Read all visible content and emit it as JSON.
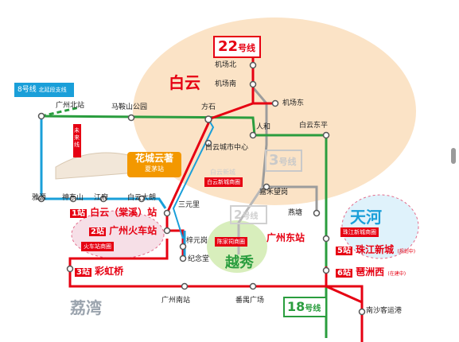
{
  "colors": {
    "line22": "#e60012",
    "line8": "#1a9fd9",
    "line3": "#9c9c9c",
    "line18": "#e60012",
    "green": "#2a9d3e",
    "orange": "#f39800",
    "baiyun_area": "#fbe3c6",
    "tianhe_area": "#dff2fb",
    "yuexiu_area": "#d8eebc",
    "liwan_area": "#eaeaea"
  },
  "areas": {
    "baiyun": "白云",
    "tianhe": "天河",
    "yuexiu": "越秀",
    "liwan": "荔湾"
  },
  "lines": {
    "l22": {
      "num": "22",
      "unit": "号线"
    },
    "l8": {
      "num": "8号线",
      "sub": "北延段支线"
    },
    "l3": {
      "num": "3",
      "unit": "号线"
    },
    "l2": {
      "num": "2",
      "unit": "号线"
    },
    "l18": {
      "num": "18",
      "unit": "号线"
    }
  },
  "stations": {
    "jichang_bei": "机场北",
    "jichang_nan": "机场南",
    "jichang_dong": "机场东",
    "guangzhou_bei": "广州北站",
    "maanshan": "马鞍山公园",
    "fangshi": "方石",
    "renhe": "人和",
    "baiyun_dongping": "白云东平",
    "baiyun_city": "白云城市中心",
    "jiahe_wanggang": "嘉禾望岗",
    "yayuan": "雅源",
    "shendongshan": "神东山",
    "jiangfu": "江府",
    "baiyun_dalang": "白云大朗",
    "sanyuanli": "三元里",
    "yantang": "燕塘",
    "baiyun_tangxi": "白云（棠溪）站",
    "guangzhou_huoche": "广州火车站",
    "zizhi_yuan": "梓元岗",
    "jinian_tang": "纪念堂",
    "guangzhou_dong": "广州东站",
    "zhujiang_xincheng": "珠江新城",
    "pazhou_xi": "琶洲西",
    "caihong_qiao": "彩虹桥",
    "guangzhou_nan": "广州南站",
    "panyu_guangchang": "番禺广场",
    "nansha_kehuogang": "南沙客运港"
  },
  "stops": {
    "s1": "1站",
    "s2": "2站",
    "s3": "3站",
    "s5": "5站",
    "s6": "6站"
  },
  "banners": {
    "huacheng": "花城云著",
    "xiamao": "夏茅站",
    "baiyun_xincheng": "白云新城",
    "baiyun_shangquan": "白云新城商圈",
    "huoche_shangquan": "火车站商圈",
    "yuexiu_shangquan": "陈家祠商圈",
    "tianhe_shangquan": "珠江新城商圈",
    "future_label": "未来线"
  },
  "notes": {
    "plan": "(规划中)",
    "building": "(在建中)"
  }
}
